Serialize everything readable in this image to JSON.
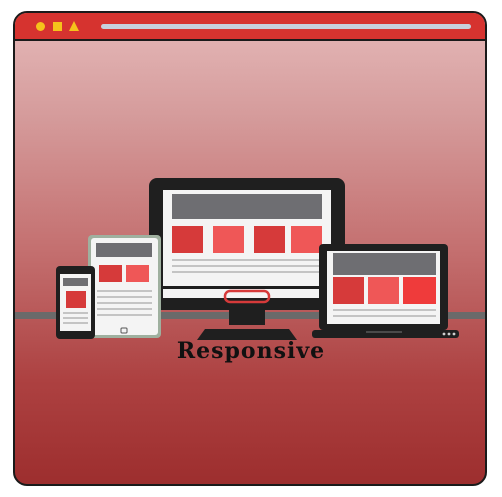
{
  "window": {
    "titlebar_controls": [
      "circle-icon",
      "square-icon",
      "triangle-icon"
    ]
  },
  "caption": "Responsive",
  "colors": {
    "titlebar": "#d6332f",
    "controls": "#f5c21b",
    "address_bar": "#c7d0dc",
    "accent_red": "#d63a3a",
    "accent_red_light": "#ef5757",
    "device_frame": "#1f1f1f",
    "screen_header": "#6e6e72"
  },
  "devices": [
    "phone",
    "tablet",
    "desktop-monitor",
    "laptop"
  ]
}
